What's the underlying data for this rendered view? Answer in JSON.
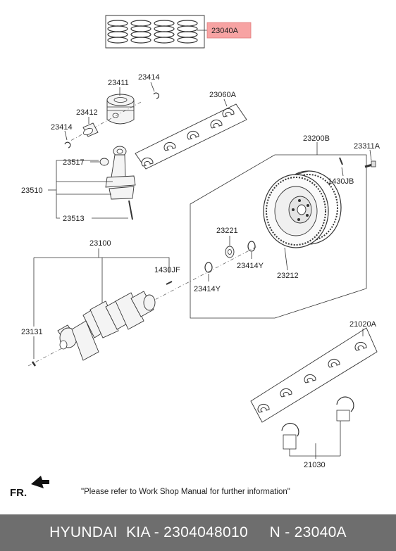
{
  "labels": {
    "p23040a": "23040A",
    "p23411": "23411",
    "p23414_top": "23414",
    "p23412": "23412",
    "p23414_left": "23414",
    "p23060a": "23060A",
    "p23200b": "23200B",
    "p23311a": "23311A",
    "p1430jb": "1430JB",
    "p23517": "23517",
    "p23510": "23510",
    "p23513": "23513",
    "p23221": "23221",
    "p23414y_a": "23414Y",
    "p23212": "23212",
    "p23100": "23100",
    "p1430jf": "1430JF",
    "p23414y_b": "23414Y",
    "p23131": "23131",
    "p21020a": "21020A",
    "p21030": "21030"
  },
  "fr_label": "FR.",
  "note": "\"Please refer to Work Shop Manual for further information\"",
  "footer": "HYUNDAI  KIA - 2304048010     N - 23040A",
  "colors": {
    "highlight": "#f7a3a3",
    "footer_bg": "#6e6e6e"
  }
}
